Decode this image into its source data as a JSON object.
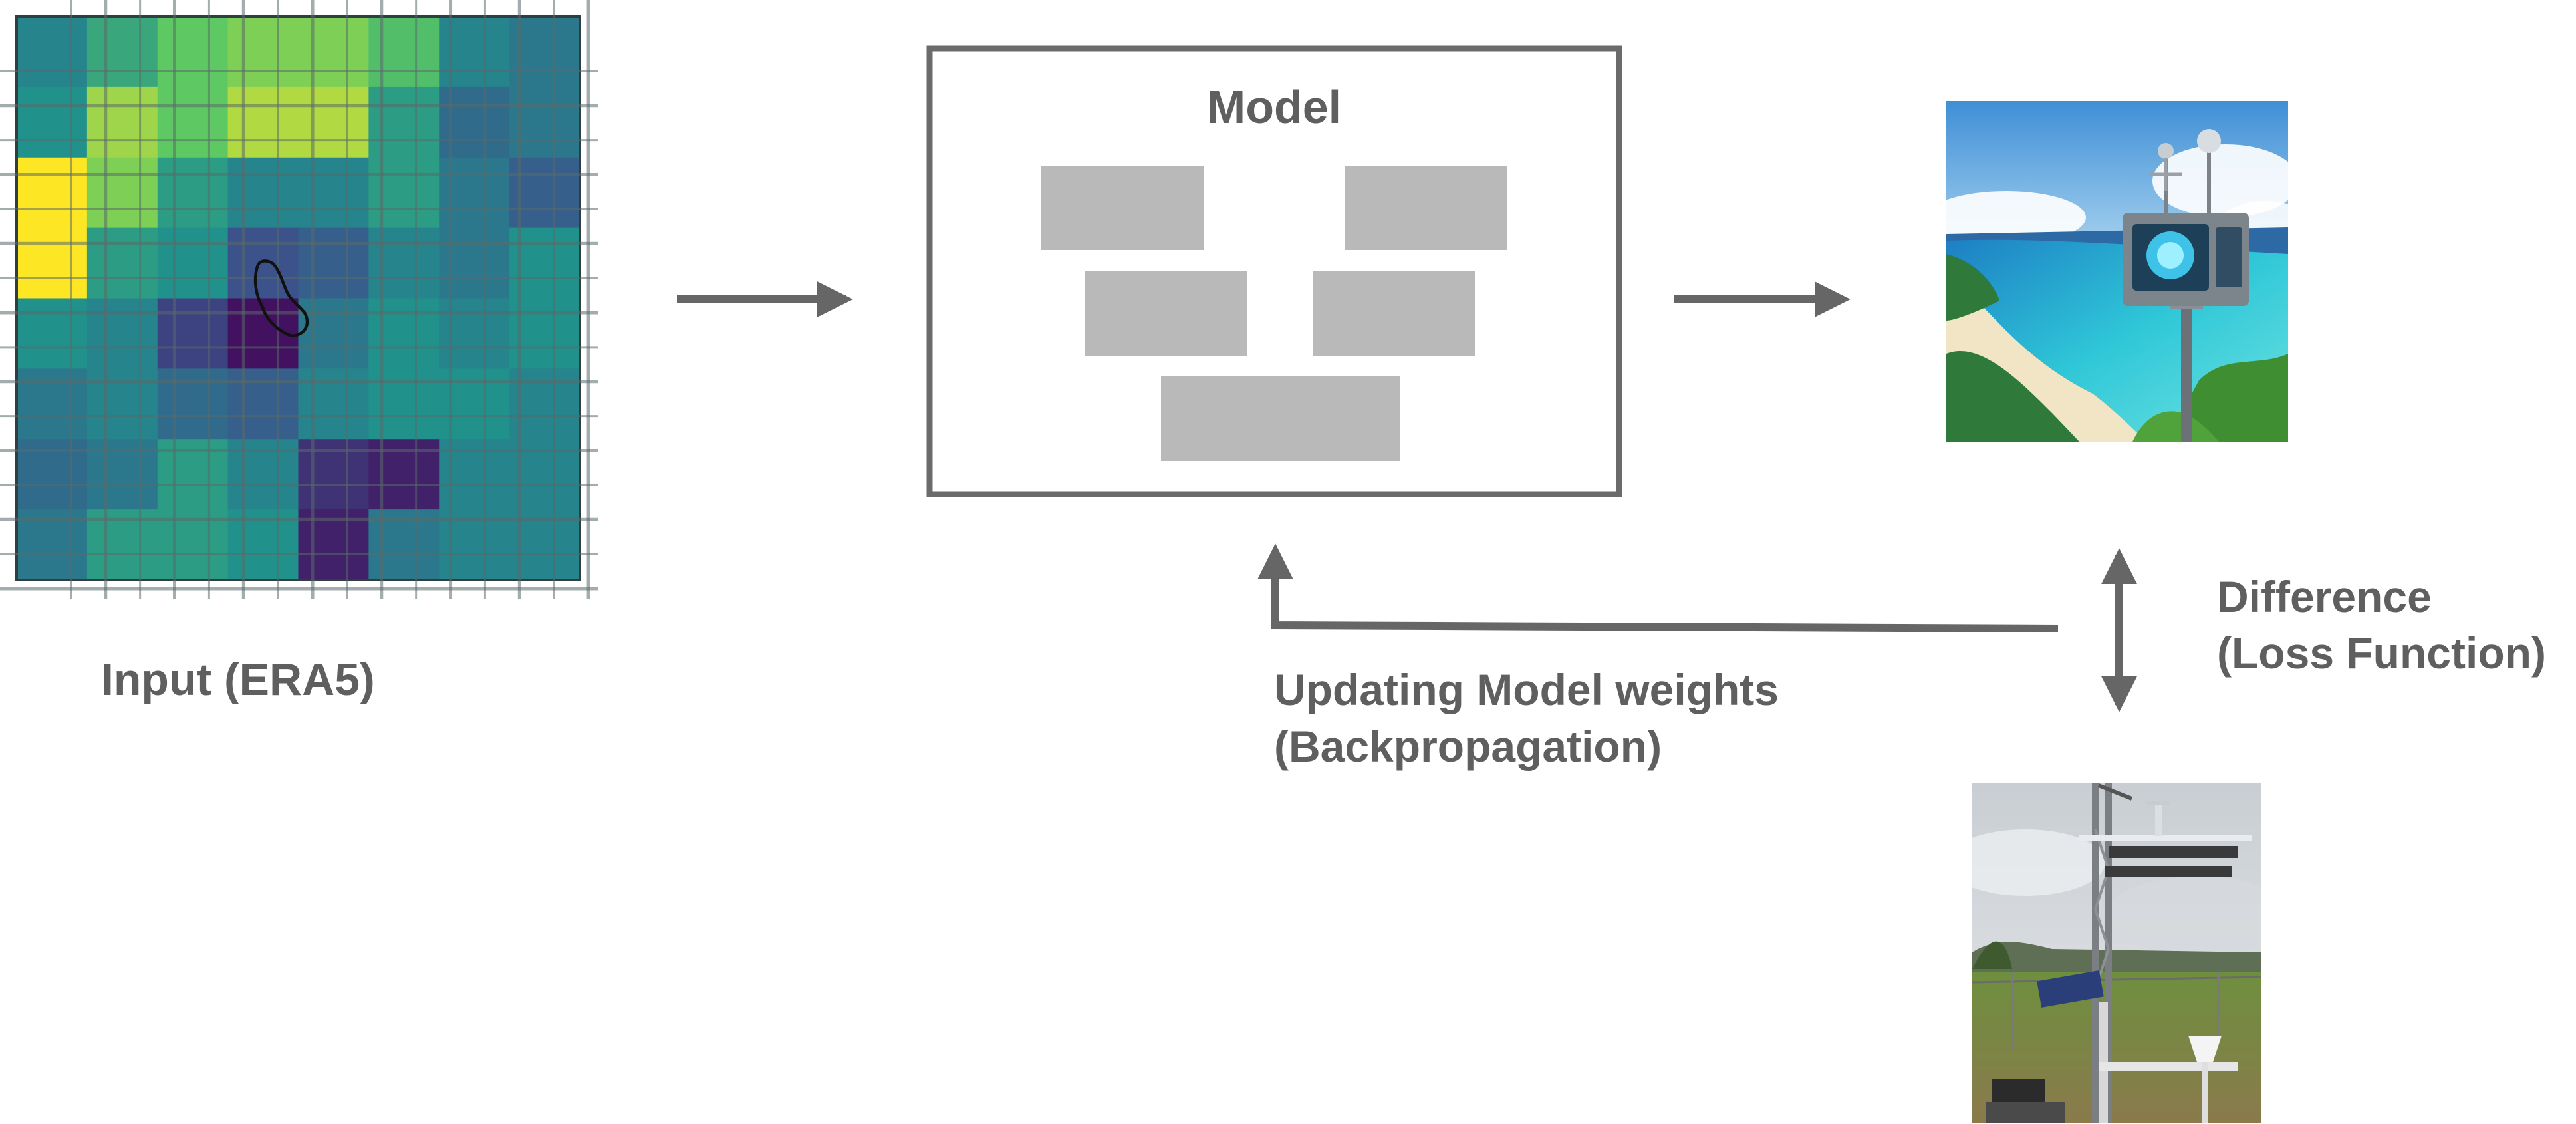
{
  "labels": {
    "input": "Input (ERA5)",
    "model_title": "Model",
    "backprop_line1": "Updating Model weights",
    "backprop_line2": "(Backpropagation)",
    "loss_line1": "Difference",
    "loss_line2": "(Loss Function)"
  },
  "input_heatmap": {
    "rows": 8,
    "cols": 8,
    "values": [
      [
        0.45,
        0.6,
        0.75,
        0.8,
        0.8,
        0.7,
        0.45,
        0.4
      ],
      [
        0.5,
        0.85,
        0.75,
        0.88,
        0.88,
        0.55,
        0.35,
        0.4
      ],
      [
        1.0,
        0.8,
        0.55,
        0.45,
        0.45,
        0.55,
        0.4,
        0.3
      ],
      [
        1.0,
        0.55,
        0.5,
        0.25,
        0.3,
        0.45,
        0.4,
        0.5
      ],
      [
        0.5,
        0.45,
        0.2,
        0.05,
        0.4,
        0.5,
        0.45,
        0.5
      ],
      [
        0.4,
        0.45,
        0.35,
        0.3,
        0.45,
        0.5,
        0.5,
        0.45
      ],
      [
        0.35,
        0.4,
        0.55,
        0.45,
        0.15,
        0.1,
        0.45,
        0.45
      ],
      [
        0.4,
        0.55,
        0.55,
        0.5,
        0.1,
        0.4,
        0.45,
        0.45
      ]
    ],
    "palette": [
      "#440154",
      "#3b528b",
      "#21918c",
      "#5ec962",
      "#fde725"
    ]
  },
  "colors": {
    "text": "#5f5f5f",
    "arrow": "#666666",
    "box_border": "#6b6b6b",
    "layer_fill": "#b9b9b9"
  },
  "images": {
    "prediction": "weather-station-illustration",
    "observation": "weather-station-photo"
  }
}
